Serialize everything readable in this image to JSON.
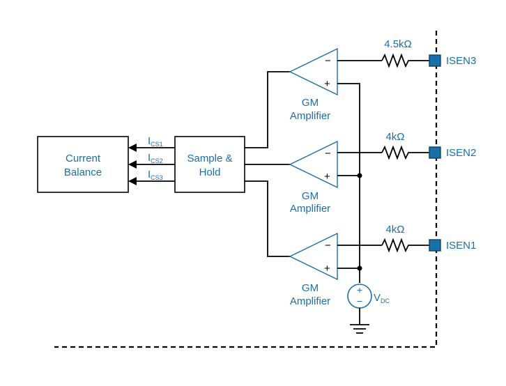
{
  "blocks": {
    "current_balance": [
      "Current",
      "Balance"
    ],
    "sample_hold": [
      "Sample &",
      "Hold"
    ]
  },
  "signals": [
    {
      "main": "I",
      "sub": "CS1"
    },
    {
      "main": "I",
      "sub": "CS2"
    },
    {
      "main": "I",
      "sub": "CS3"
    }
  ],
  "amplifiers": [
    {
      "label": [
        "GM",
        "Amplifier"
      ],
      "minus": "−",
      "plus": "+"
    },
    {
      "label": [
        "GM",
        "Amplifier"
      ],
      "minus": "−",
      "plus": "+"
    },
    {
      "label": [
        "GM",
        "Amplifier"
      ],
      "minus": "−",
      "plus": "+"
    }
  ],
  "resistors": [
    "4.5kΩ",
    "4kΩ",
    "4kΩ"
  ],
  "pins": [
    "ISEN3",
    "ISEN2",
    "ISEN1"
  ],
  "source": {
    "main": "V",
    "sub": "DC",
    "plus": "+",
    "minus": "−"
  },
  "colors": {
    "accent": "#1a6fa8",
    "line": "#000000"
  }
}
